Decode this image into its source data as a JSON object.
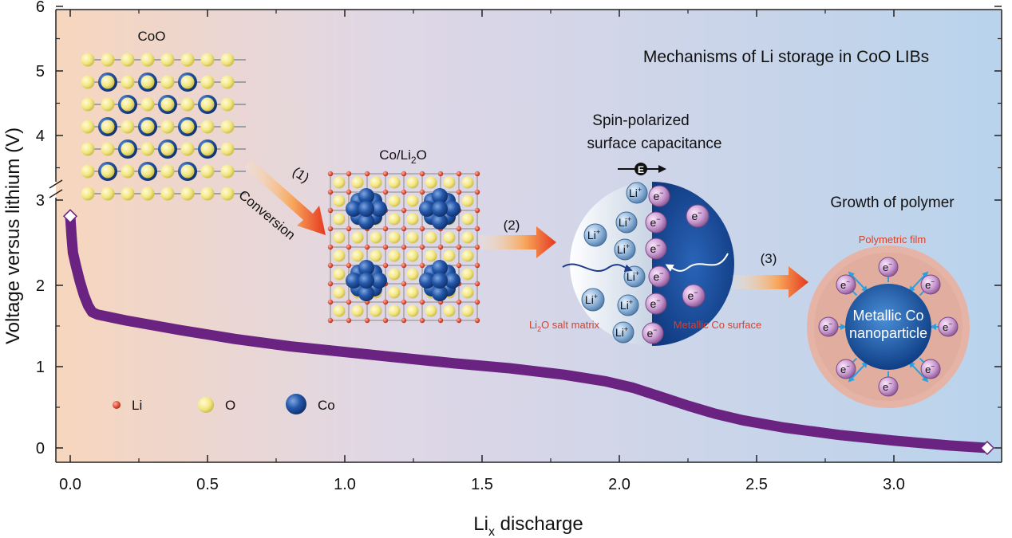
{
  "chart_data": {
    "type": "line",
    "title": "Mechanisms of Li storage in CoO LIBs",
    "xlabel_main": "Li",
    "xlabel_sub": "x",
    "xlabel_rest": " discharge",
    "ylabel": "Voltage versus lithium (V)",
    "xlim": [
      -0.05,
      3.4
    ],
    "x_ticks": [
      0.0,
      0.5,
      1.0,
      1.5,
      2.0,
      2.5,
      3.0
    ],
    "x_tick_labels": [
      "0.0",
      "0.5",
      "1.0",
      "1.5",
      "2.0",
      "2.5",
      "3.0"
    ],
    "y_ticks_lower": [
      0,
      1,
      2
    ],
    "y_tick_labels_lower": [
      "0",
      "1",
      "2"
    ],
    "y_ticks_upper": [
      3,
      4,
      5,
      6
    ],
    "y_tick_labels_upper": [
      "3",
      "4",
      "5",
      "6"
    ],
    "axis_break": "between 2.95 and 3",
    "series": [
      {
        "color": "#6a2380",
        "x": [
          0.0,
          0.005,
          0.01,
          0.02,
          0.035,
          0.05,
          0.065,
          0.08,
          0.1,
          0.2,
          0.4,
          0.6,
          0.8,
          1.0,
          1.2,
          1.4,
          1.6,
          1.8,
          1.95,
          2.05,
          2.15,
          2.25,
          2.35,
          2.45,
          2.6,
          2.8,
          3.0,
          3.2,
          3.34
        ],
        "y": [
          2.85,
          2.6,
          2.4,
          2.25,
          2.05,
          1.88,
          1.75,
          1.67,
          1.64,
          1.57,
          1.45,
          1.34,
          1.25,
          1.18,
          1.11,
          1.04,
          0.98,
          0.9,
          0.82,
          0.74,
          0.63,
          0.52,
          0.42,
          0.34,
          0.25,
          0.16,
          0.09,
          0.03,
          0.0
        ]
      }
    ],
    "endpoints": {
      "start": [
        0.0,
        2.85
      ],
      "end": [
        3.34,
        0.0
      ]
    },
    "grid": false
  },
  "legend": {
    "li": "Li",
    "o": "O",
    "co": "Co"
  },
  "structures": {
    "coo_label": "CoO",
    "coli2o_main": "Co/Li",
    "coli2o_sub": "2",
    "coli2o_end": "O"
  },
  "steps": {
    "step1": "(1)",
    "conversion": "Conversion",
    "step2": "(2)",
    "step3": "(3)"
  },
  "capacitance": {
    "title_line1": "Spin-polarized",
    "title_line2": "surface capacitance",
    "field": "E",
    "li_ion": "Li",
    "li_sup": "+",
    "electron": "e",
    "electron_sup": "−",
    "li2o_main": "Li",
    "li2o_sub": "2",
    "li2o_end": "O salt matrix",
    "co_surface": "Metallic Co surface"
  },
  "polymer": {
    "title": "Growth of polymer",
    "film": "Polymetric film",
    "core_line1": "Metallic Co",
    "core_line2": "nanoparticle"
  },
  "colors": {
    "curve": "#6a2380",
    "co_blue": "#1e4fa0",
    "o_yellow": "#f4ea8a",
    "li_red": "#e25038",
    "annotation_red": "#d9402a",
    "arrow_orange": "#f07a2a"
  }
}
